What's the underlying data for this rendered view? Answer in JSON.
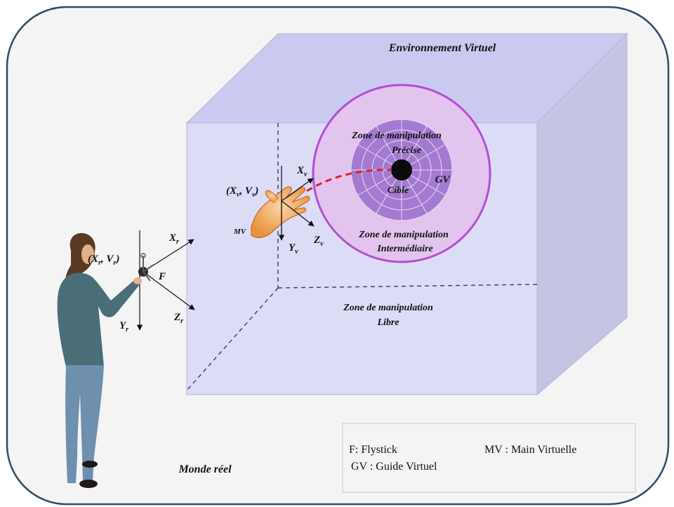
{
  "colors": {
    "frame_border": "#2e4a6e",
    "frame_fill": "#f4f4f4",
    "box_front": "#dcdcf6",
    "box_top": "#c9c9f0",
    "box_side": "#c2c2e2",
    "sphere_fill": "#e2c4ee",
    "sphere_border": "#b24ed1",
    "precise_zone": "#a47ad1",
    "trajectory": "#d9222a"
  },
  "labels": {
    "environment": "Environnement Virtuel",
    "real_world": "Monde réel",
    "zone_precise_1": "Zone de manipulation",
    "zone_precise_2": "Précise",
    "target": "Cible",
    "guide": "GV",
    "zone_intermediate_1": "Zone de manipulation",
    "zone_intermediate_2": "Intermédiaire",
    "zone_free_1": "Zone de manipulation",
    "zone_free_2": "Libre",
    "virtual_hand": "MV",
    "flystick": "F"
  },
  "real_frame": {
    "origin": "(X",
    "origin_sub1": "r",
    "origin_mid": ", V",
    "origin_sub2": "r",
    "origin_end": ")",
    "x": "X",
    "x_sub": "r",
    "y": "Y",
    "y_sub": "r",
    "z": "Z",
    "z_sub": "r"
  },
  "virtual_frame": {
    "origin": "(X",
    "origin_sub1": "v",
    "origin_mid": ", V",
    "origin_sub2": "v",
    "origin_end": ")",
    "x": "X",
    "x_sub": "v",
    "y": "Y",
    "y_sub": "v",
    "z": "Z",
    "z_sub": "v"
  },
  "legend": {
    "flystick": "F: Flystick",
    "main_virtuelle": "MV : Main Virtuelle",
    "guide_virtuel": "GV :  Guide Virtuel"
  }
}
